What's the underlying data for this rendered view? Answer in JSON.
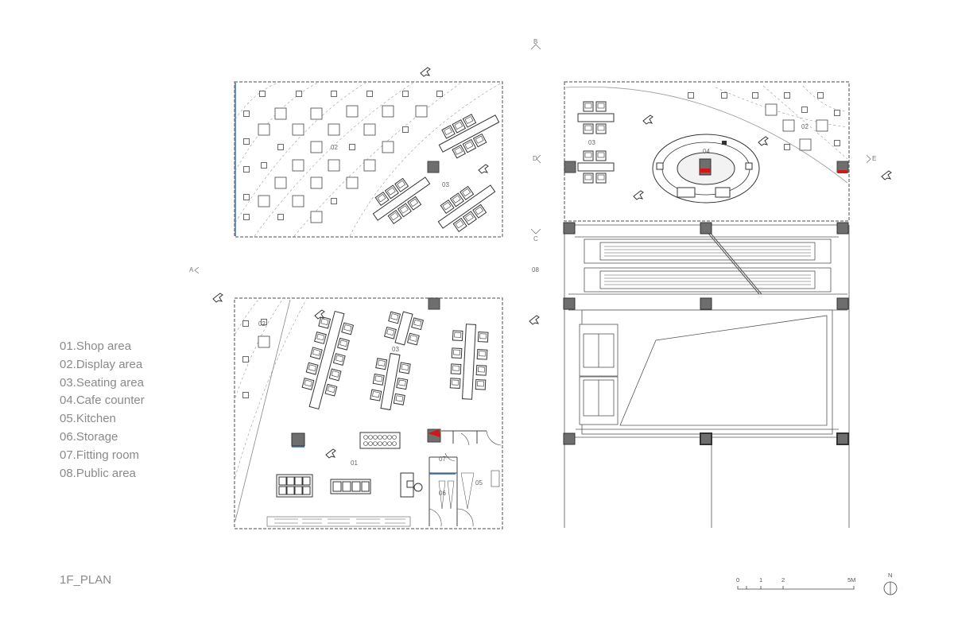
{
  "title": "1F_PLAN",
  "legend": [
    "01.Shop area",
    "02.Display area",
    "03.Seating area",
    "04.Cafe counter",
    "05.Kitchen",
    "06.Storage",
    "07.Fitting room",
    "08.Public area"
  ],
  "room_labels": {
    "display_top_left": "02",
    "seating_top_left": "03",
    "seating_top_right": "03",
    "cafe_counter": "04",
    "display_top_right": "02",
    "display_bottom_left": "02",
    "seating_bottom_left": "03",
    "shop_area": "01",
    "fitting_room": "07",
    "storage": "06",
    "kitchen": "05",
    "public_area": "08"
  },
  "section_markers": {
    "a": "A",
    "b": "B",
    "c": "C",
    "d": "D",
    "e": "E"
  },
  "scale_bar": {
    "t0": "0",
    "t1": "1",
    "t2": "2",
    "t5": "5M"
  },
  "north": "N",
  "colors": {
    "line": "#555555",
    "column": "#6e6e6e",
    "accent_blue": "#3a6fc4",
    "accent_red": "#d01818",
    "text": "#8a8a8a"
  }
}
